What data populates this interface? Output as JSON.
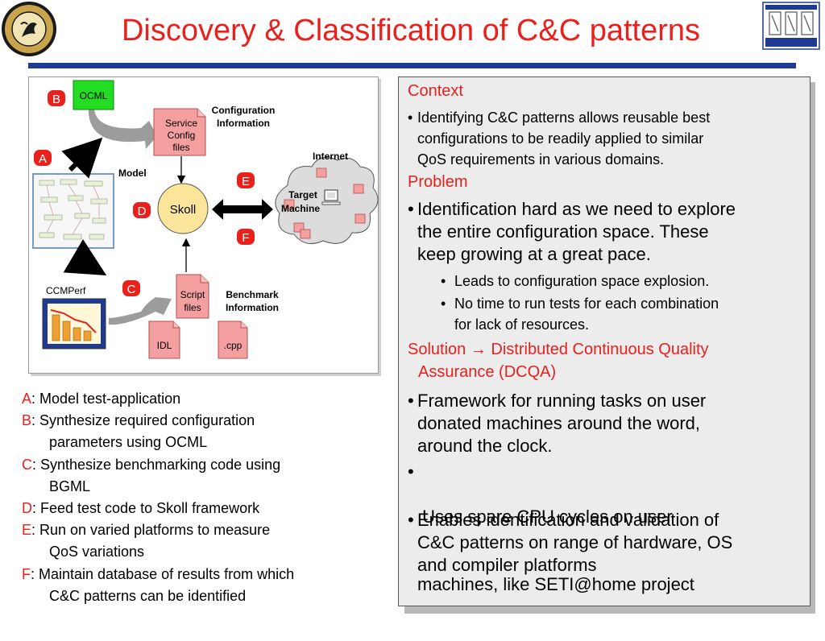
{
  "title": "Discovery & Classification of C&C patterns",
  "logos": {
    "left": "vanderbilt-university-seal",
    "right": "isis-institute-logo"
  },
  "colors": {
    "title": "#e8211d",
    "rule": "#1f3a93",
    "label_circle": "#e8211d",
    "ocml_box": "#22dd22",
    "file_fill": "#f4a0a0",
    "skoll_fill": "#fbe59a",
    "cloud_fill": "#dcdcdc"
  },
  "diagram": {
    "labels": {
      "A": "A",
      "B": "B",
      "C": "C",
      "D": "D",
      "E": "E",
      "F": "F"
    },
    "ocml": "OCML",
    "service_config_files": [
      "Service",
      "Config",
      "files"
    ],
    "configuration_information": [
      "Configuration",
      "Information"
    ],
    "model": "Model",
    "skoll": "Skoll",
    "internet": "Internet",
    "target_machine": [
      "Target",
      "Machine"
    ],
    "ccmperf": "CCMPerf",
    "script_files": [
      "Script",
      "files"
    ],
    "benchmark_information": [
      "Benchmark",
      "Information"
    ],
    "idl": "IDL",
    "cpp": ".cpp"
  },
  "legend": [
    {
      "key": "A",
      "text": ": Model test-application",
      "cont": ""
    },
    {
      "key": "B",
      "text": ": Synthesize required configuration",
      "cont": "parameters using OCML"
    },
    {
      "key": "C",
      "text": ": Synthesize benchmarking code using",
      "cont": "BGML"
    },
    {
      "key": "D",
      "text": ": Feed test code to Skoll framework",
      "cont": ""
    },
    {
      "key": "E",
      "text": ": Run on varied platforms to measure",
      "cont": "QoS variations"
    },
    {
      "key": "F",
      "text": ": Maintain database of results from which",
      "cont": "C&C patterns can be identified"
    }
  ],
  "panel": {
    "context_heading": "Context",
    "context_bullet": [
      "Identifying C&C patterns allows reusable best",
      "configurations to be readily applied to similar",
      "QoS requirements in various domains."
    ],
    "problem_heading": "Problem",
    "problem_bullet": [
      "Identification hard as we need to explore",
      "the entire configuration space. These",
      "keep growing at a great pace."
    ],
    "problem_sub1": "Leads to configuration space explosion.",
    "problem_sub2": [
      "No time to run tests for each combination",
      "for lack of resources."
    ],
    "solution_heading": [
      "Solution ",
      "→",
      " Distributed Continuous Quality",
      "Assurance (DCQA)"
    ],
    "solution_bullet1": [
      "Framework for running tasks on user",
      "donated machines around the word,",
      "around the clock."
    ],
    "solution_bullet2": [
      " Uses spare CPU cycles on user",
      "machines, like SETI@home project"
    ],
    "solution_bullet3": [
      "Enables identification and validation of",
      "C&C patterns on range of hardware, OS",
      "and compiler platforms"
    ],
    "bullet_char": "•",
    "sub_bullet_char": "•"
  }
}
